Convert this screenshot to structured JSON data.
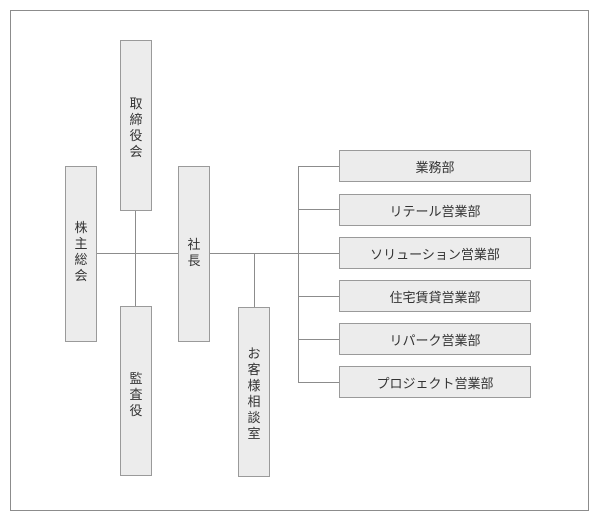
{
  "org_chart": {
    "shareholders_meeting": "株主総会",
    "board_of_directors": "取締役会",
    "auditor": "監査役",
    "president": "社長",
    "customer_consultation_room": "お客様相談室",
    "departments": [
      "業務部",
      "リテール営業部",
      "ソリューション営業部",
      "住宅賃貸営業部",
      "リパーク営業部",
      "プロジェクト営業部"
    ]
  }
}
